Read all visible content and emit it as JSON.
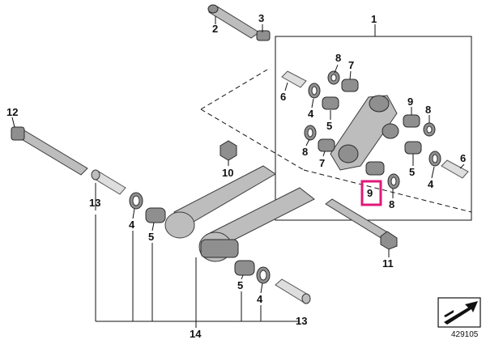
{
  "labels": {
    "l1": "1",
    "l2": "2",
    "l3": "3",
    "l4a": "4",
    "l4b": "4",
    "l4c": "4",
    "l4d": "4",
    "l5a": "5",
    "l5b": "5",
    "l5c": "5",
    "l5d": "5",
    "l6a": "6",
    "l6b": "6",
    "l7a": "7",
    "l7b": "7",
    "l8a": "8",
    "l8b": "8",
    "l8c": "8",
    "l8d": "8",
    "l9a": "9",
    "l9b": "9",
    "l10": "10",
    "l11": "11",
    "l12": "12",
    "l13a": "13",
    "l13b": "13",
    "l14": "14"
  },
  "highlight": {
    "label": "9",
    "color": "#e0197a"
  },
  "reference_id": "429105"
}
